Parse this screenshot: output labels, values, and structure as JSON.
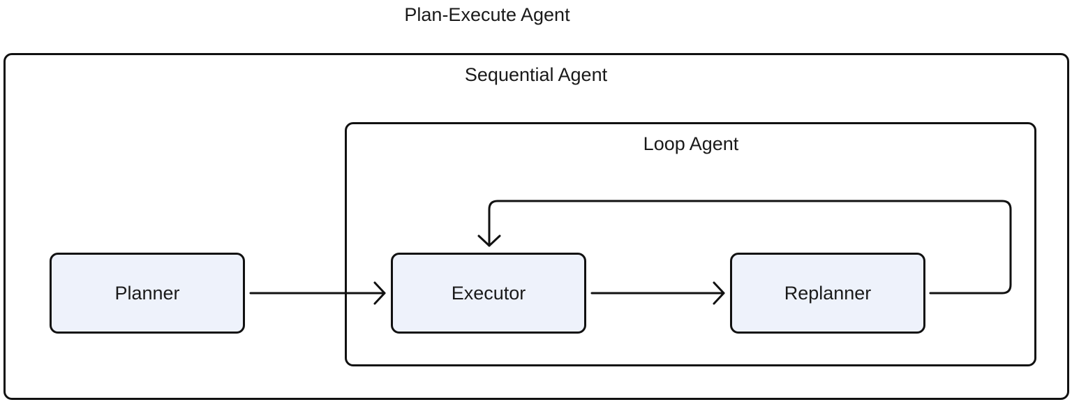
{
  "diagram": {
    "title": "Plan-Execute Agent",
    "containers": {
      "sequential": {
        "label": "Sequential Agent"
      },
      "loop": {
        "label": "Loop Agent"
      }
    },
    "nodes": {
      "planner": {
        "label": "Planner"
      },
      "executor": {
        "label": "Executor"
      },
      "replanner": {
        "label": "Replanner"
      }
    },
    "edges": [
      {
        "from": "Planner",
        "to": "Executor"
      },
      {
        "from": "Executor",
        "to": "Replanner"
      },
      {
        "from": "Replanner",
        "to": "Executor"
      }
    ],
    "colors": {
      "node_fill": "#eef2fb",
      "stroke": "#111111"
    }
  }
}
